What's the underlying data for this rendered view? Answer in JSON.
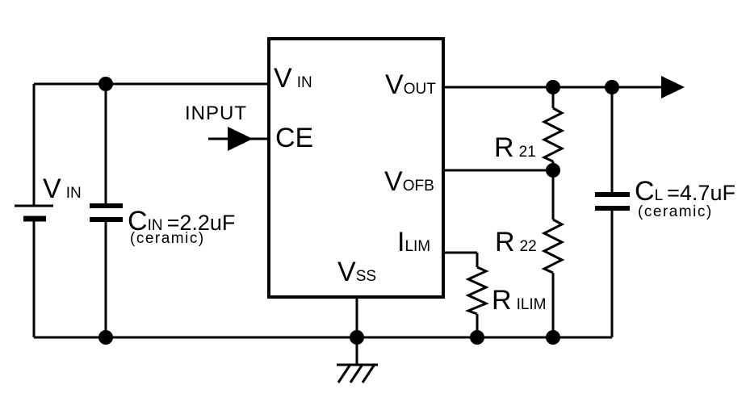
{
  "labels": {
    "input": "INPUT",
    "supply": {
      "main": "V",
      "sub": "IN"
    },
    "cin": {
      "main": "C",
      "sub": "IN",
      "value": "=2.2uF",
      "note": "(ceramic)"
    },
    "cl": {
      "main": "C",
      "sub": "L",
      "value": "=4.7uF",
      "note": "(ceramic)"
    },
    "r21": {
      "main": "R",
      "sub": "21"
    },
    "r22": {
      "main": "R",
      "sub": "22"
    },
    "rilim": {
      "main": "R",
      "sub": "ILIM"
    },
    "pins": {
      "vin": {
        "main": "V",
        "sub": "IN"
      },
      "ce": {
        "main": "CE"
      },
      "vout": {
        "main": "V",
        "sub": "OUT"
      },
      "vofb": {
        "main": "V",
        "sub": "OFB"
      },
      "ilim": {
        "main": "I",
        "sub": "LIM"
      },
      "vss": {
        "main": "V",
        "sub": "SS"
      }
    }
  },
  "colors": {
    "line": "#000000",
    "background": "#ffffff"
  }
}
